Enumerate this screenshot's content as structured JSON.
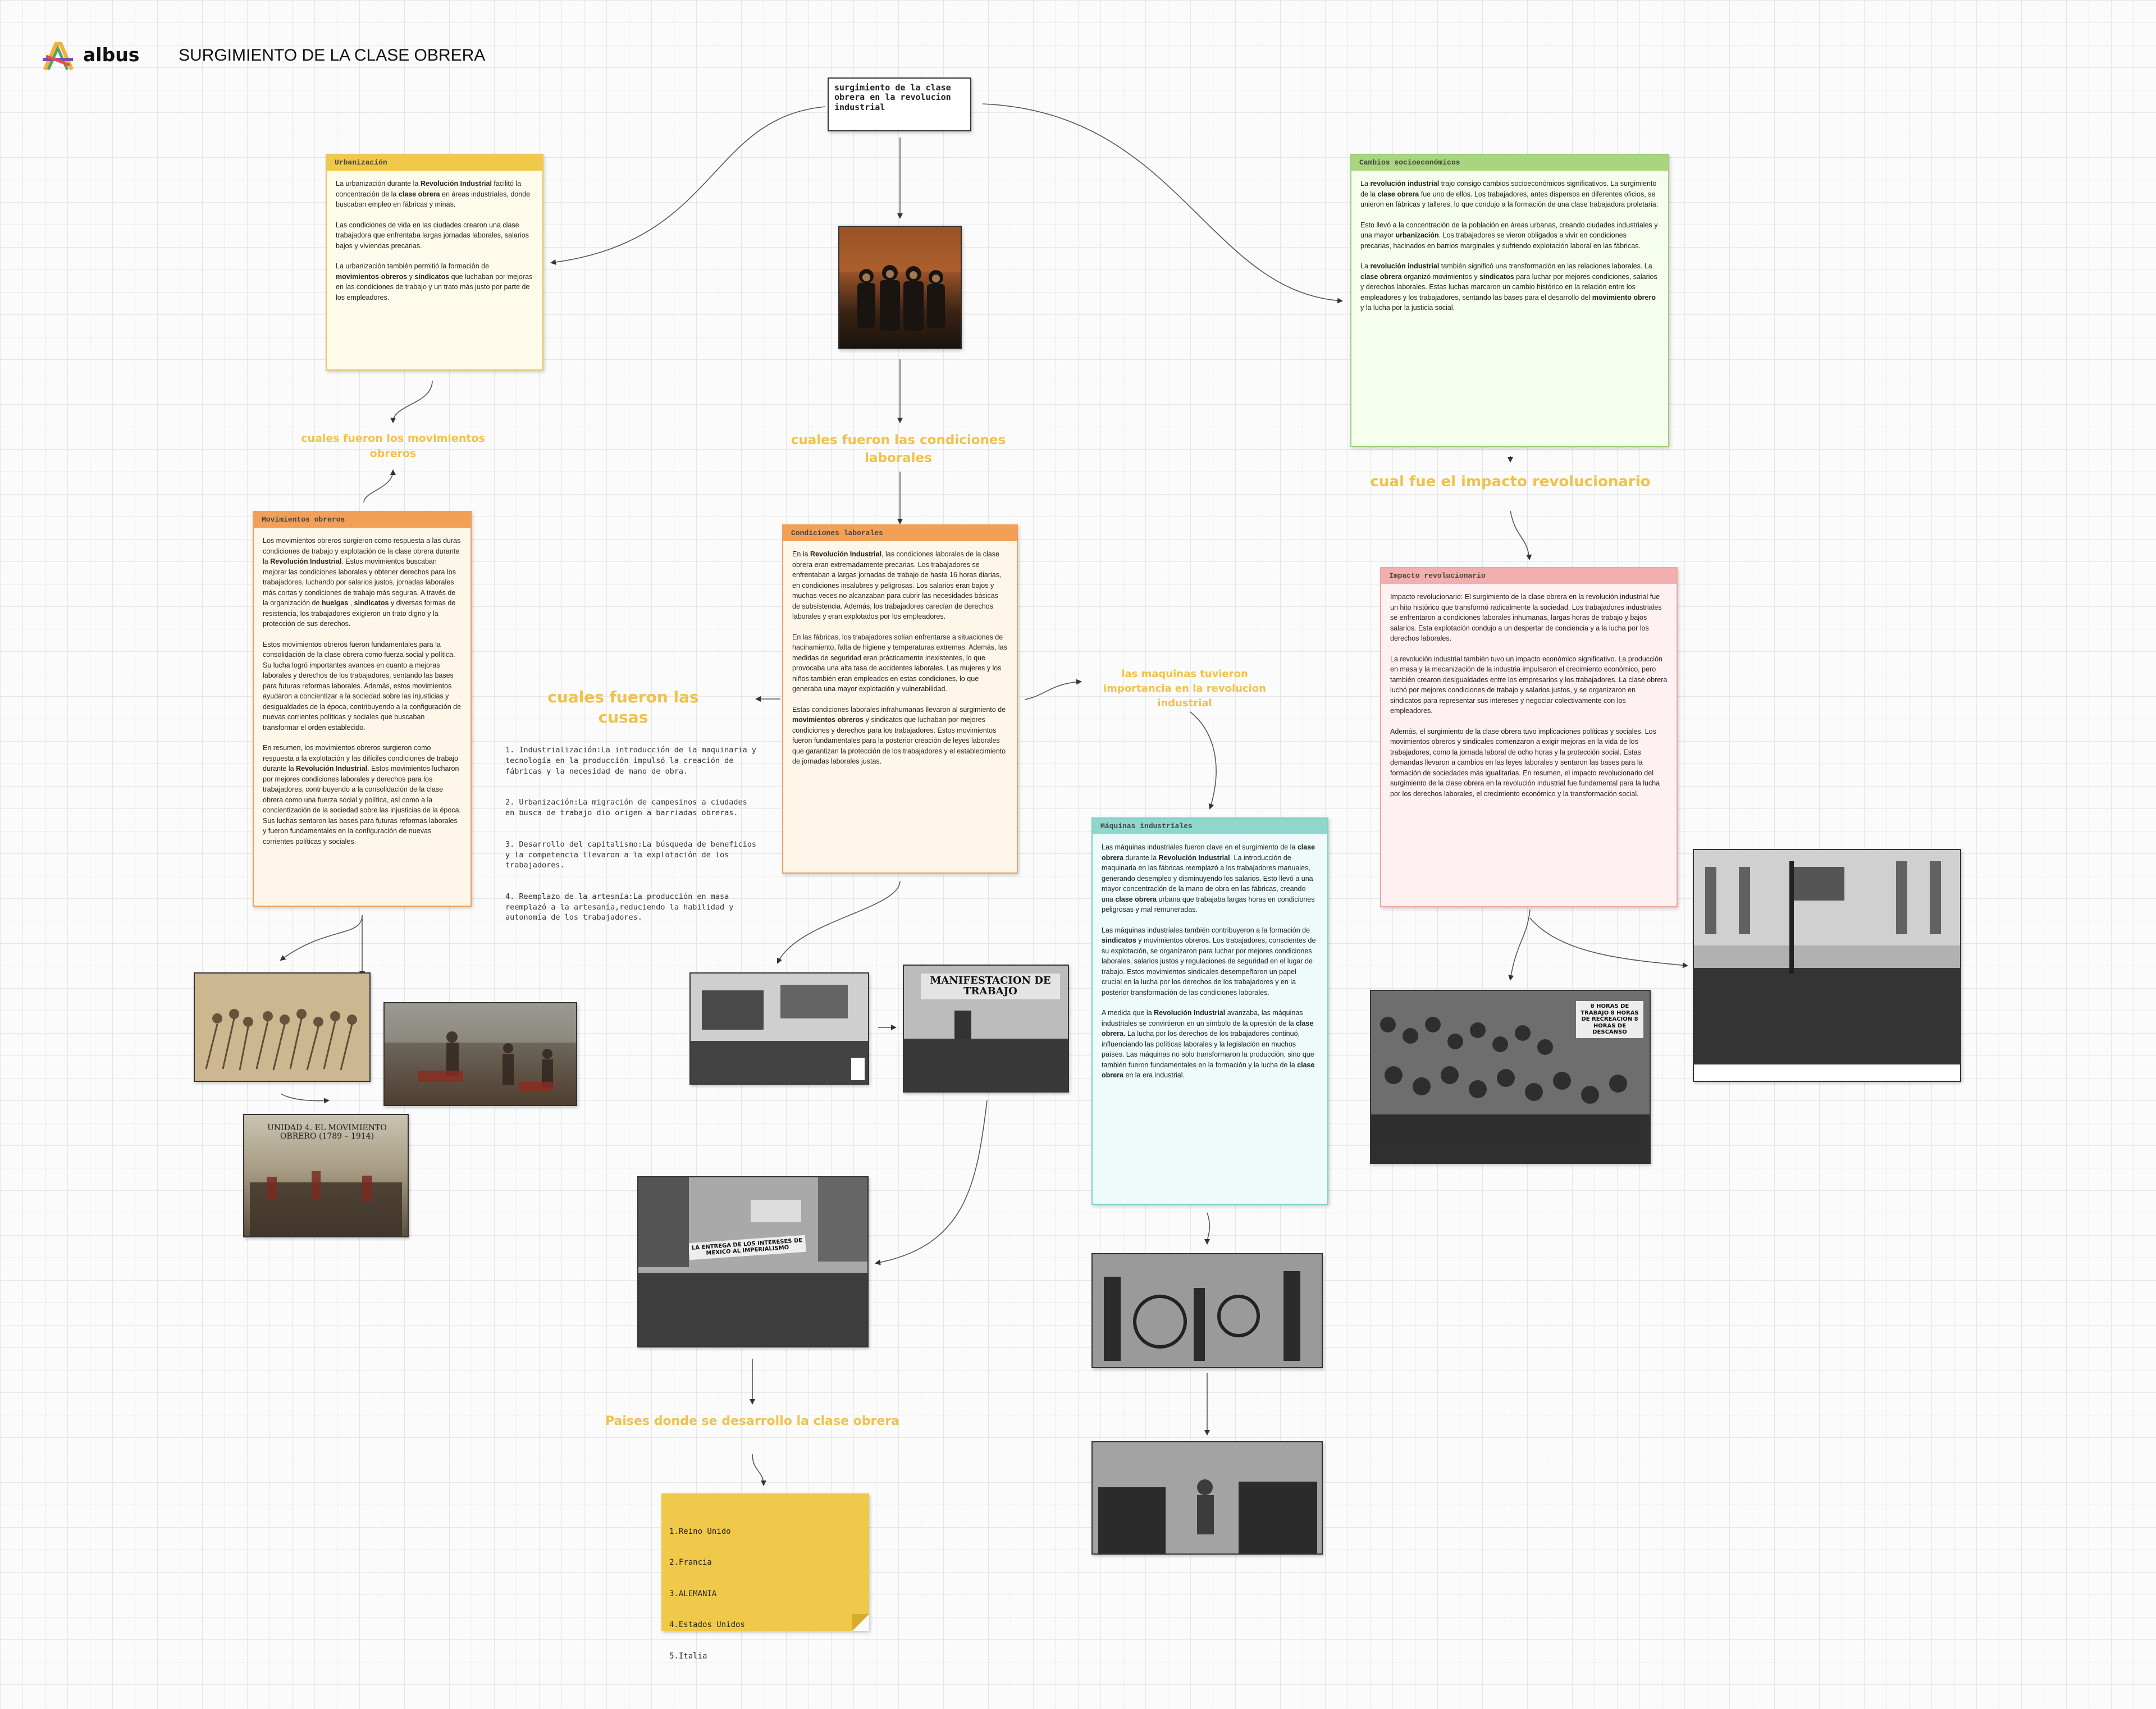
{
  "header": {
    "logo": "albus",
    "title": "SURGIMIENTO DE LA CLASE OBRERA"
  },
  "colors": {
    "yellow_label": "#f0c24a",
    "urbanizacion": "#f1c94a",
    "cambios": "#a8d57d",
    "movimientos": "#f2a057",
    "condiciones": "#f2a057",
    "impacto": "#f3aeae",
    "maquinas": "#8fd6cc",
    "sticky": "#f0c94a"
  },
  "central": {
    "title": "surgimiento de la clase obrera en la revolucion industrial"
  },
  "labels": {
    "movimientos": "cuales fueron los movimientos obreros",
    "condiciones": "cuales fueron las condiciones laborales",
    "impacto": "cual fue el impacto revolucionario",
    "causas": "cuales fueron las cusas",
    "maquinas": "las maquinas tuvieron importancia en la revolucion industrial",
    "paises": "Paises donde se desarrollo la clase obrera"
  },
  "cards": {
    "urbanizacion": {
      "title": "Urbanización",
      "paras": [
        "La urbanización durante la <b>Revolución Industrial</b> facilitó la concentración de la <b>clase obrera</b> en áreas industriales, donde buscaban empleo en fábricas y minas.",
        "Las condiciones de vida en las ciudades crearon una clase trabajadora que enfrentaba largas jornadas laborales, salarios bajos y viviendas precarias.",
        "La urbanización también permitió la formación de <b>movimientos obreros</b> y <b>sindicatos</b> que luchaban por mejoras en las condiciones de trabajo y un trato más justo por parte de los empleadores."
      ]
    },
    "cambios": {
      "title": "Cambios socioeconómicos",
      "paras": [
        "La <b>revolución industrial</b> trajo consigo cambios socioeconómicos significativos. La surgimiento de la <b>clase obrera</b> fue uno de ellos. Los trabajadores, antes dispersos en diferentes oficios, se unieron en fábricas y talleres, lo que condujo a la formación de una clase trabajadora proletaria.",
        "Esto llevó a la concentración de la población en áreas urbanas, creando ciudades industriales y una mayor <b>urbanización</b>. Los trabajadores se vieron obligados a vivir en condiciones precarias, hacinados en barrios marginales y sufriendo explotación laboral en las fábricas.",
        "La <b>revolución industrial</b> también significó una transformación en las relaciones laborales. La <b>clase obrera</b> organizó movimientos y <b>sindicatos</b> para luchar por mejores condiciones, salarios y derechos laborales. Estas luchas marcaron un cambio histórico en la relación entre los empleadores y los trabajadores, sentando las bases para el desarrollo del <b>movimiento obrero</b> y la lucha por la justicia social."
      ]
    },
    "movimientos": {
      "title": "Movimientos obreros",
      "paras": [
        "Los movimientos obreros surgieron como respuesta a las duras condiciones de trabajo y explotación de la clase obrera durante la <b>Revolución Industrial</b>. Estos movimientos buscaban mejorar las condiciones laborales y obtener derechos para los trabajadores, luchando por salarios justos, jornadas laborales más cortas y condiciones de trabajo más seguras. A través de la organización de <b>huelgas</b> , <b>sindicatos</b> y diversas formas de resistencia, los trabajadores exigieron un trato digno y la protección de sus derechos.",
        "Estos movimientos obreros fueron fundamentales para la consolidación de la clase obrera como fuerza social y política. Su lucha logró importantes avances en cuanto a mejoras laborales y derechos de los trabajadores, sentando las bases para futuras reformas laborales. Además, estos movimientos ayudaron a concientizar a la sociedad sobre las injusticias y desigualdades de la época, contribuyendo a la configuración de nuevas corrientes políticas y sociales que buscaban transformar el orden establecido.",
        "En resumen, los movimientos obreros surgieron como respuesta a la explotación y las difíciles condiciones de trabajo durante la <b>Revolución Industrial</b>. Estos movimientos lucharon por mejores condiciones laborales y derechos para los trabajadores, contribuyendo a la consolidación de la clase obrera como una fuerza social y política, así como a la concientización de la sociedad sobre las injusticias de la época. Sus luchas sentaron las bases para futuras reformas laborales y fueron fundamentales en la configuración de nuevas corrientes políticas y sociales."
      ]
    },
    "condiciones": {
      "title": "Condiciones laborales",
      "paras": [
        "En la <b>Revolución Industrial</b>, las condiciones laborales de la clase obrera eran extremadamente precarias. Los trabajadores se enfrentaban a largas jornadas de trabajo de hasta 16 horas diarias, en condiciones insalubres y peligrosas. Los salarios eran bajos y muchas veces no alcanzaban para cubrir las necesidades básicas de subsistencia. Además, los trabajadores carecían de derechos laborales y eran explotados por los empleadores.",
        "En las fábricas, los trabajadores solían enfrentarse a situaciones de hacinamiento, falta de higiene y temperaturas extremas. Además, las medidas de seguridad eran prácticamente inexistentes, lo que provocaba una alta tasa de accidentes laborales. Las mujeres y los niños también eran empleados en estas condiciones, lo que generaba una mayor explotación y vulnerabilidad.",
        "Estas condiciones laborales infrahumanas llevaron al surgimiento de <b>movimientos obreros</b> y sindicatos que luchaban por mejores condiciones y derechos para los trabajadores. Estos movimientos fueron fundamentales para la posterior creación de leyes laborales que garantizan la protección de los trabajadores y el establecimiento de jornadas laborales justas."
      ]
    },
    "impacto": {
      "title": "Impacto revolucionario",
      "paras": [
        "Impacto revolucionario: El surgimiento de la clase obrera en la revolución industrial fue un hito histórico que transformó radicalmente la sociedad. Los trabajadores industriales se enfrentaron a condiciones laborales inhumanas, largas horas de trabajo y bajos salarios. Esta explotación condujo a un despertar de conciencia y a la lucha por los derechos laborales.",
        "La revolución industrial también tuvo un impacto económico significativo. La producción en masa y la mecanización de la industria impulsaron el crecimiento económico, pero también crearon desigualdades entre los empresarios y los trabajadores. La clase obrera luchó por mejores condiciones de trabajo y salarios justos, y se organizaron en sindicatos para representar sus intereses y negociar colectivamente con los empleadores.",
        "Además, el surgimiento de la clase obrera tuvo implicaciones políticas y sociales. Los movimientos obreros y sindicales comenzaron a exigir mejoras en la vida de los trabajadores, como la jornada laboral de ocho horas y la protección social. Estas demandas llevaron a cambios en las leyes laborales y sentaron las bases para la formación de sociedades más igualitarias. En resumen, el impacto revolucionario del surgimiento de la clase obrera en la revolución industrial fue fundamental para la lucha por los derechos laborales, el crecimiento económico y la transformación social."
      ]
    },
    "maquinas": {
      "title": "Máquinas industriales",
      "paras": [
        "Las máquinas industriales fueron clave en el surgimiento de la <b>clase obrera</b> durante la <b>Revolución Industrial</b>. La introducción de maquinaria en las fábricas reemplazó a los trabajadores manuales, generando desempleo y disminuyendo los salarios. Esto llevó a una mayor concentración de la mano de obra en las fábricas, creando una <b>clase obrera</b> urbana que trabajaba largas horas en condiciones peligrosas y mal remuneradas.",
        "Las máquinas industriales también contribuyeron a la formación de <b>sindicatos</b> y movimientos obreros. Los trabajadores, conscientes de su explotación, se organizaron para luchar por mejores condiciones laborales, salarios justos y regulaciones de seguridad en el lugar de trabajo. Estos movimientos sindicales desempeñaron un papel crucial en la lucha por los derechos de los trabajadores y en la posterior transformación de las condiciones laborales.",
        "A medida que la <b>Revolución Industrial</b> avanzaba, las máquinas industriales se convirtieron en un símbolo de la opresión de la <b>clase obrera</b>. La lucha por los derechos de los trabajadores continuó, influenciando las políticas laborales y la legislación en muchos países. Las máquinas no solo transformaron la producción, sino que también fueron fundamentales en la formación y la lucha de la <b>clase obrera</b> en la era industrial."
      ]
    }
  },
  "causas_list": [
    "1. Industrialización:La introducción de la maquinaria y tecnología en la producción impulsó la creación de fábricas y la necesidad de mano de obra.",
    "2. Urbanización:La migración de campesinos a ciudades en busca de trabajo dio origen a barriadas obreras.",
    "3. Desarrollo del capitalismo:La búsqueda de beneficios y la competencia llevaron a la explotación de los trabajadores.",
    "4. Reemplazo de la artesnía:La producción en masa reemplazó a la artesanía,reduciendo la habilidad y autonomía de los trabajadores."
  ],
  "paises": [
    "1.Reino Unido",
    "2.Francia",
    "3.ALEMANIA",
    "4.Estados Unidos",
    "5.Italia"
  ],
  "images": {
    "poster_text": "UNIDAD 4. EL MOVIMIENTO OBRERO (1789 – 1914)",
    "manifestacion_text": "MANIFESTACION DE TRABAJO",
    "banner_text": "LA ENTREGA DE LOS INTERESES DE MEXICO AL IMPERIALISMO",
    "sign_text": "8 HORAS DE TRABAJO 8 HORAS DE RECREACION 8 HORAS DE DESCANSO"
  }
}
